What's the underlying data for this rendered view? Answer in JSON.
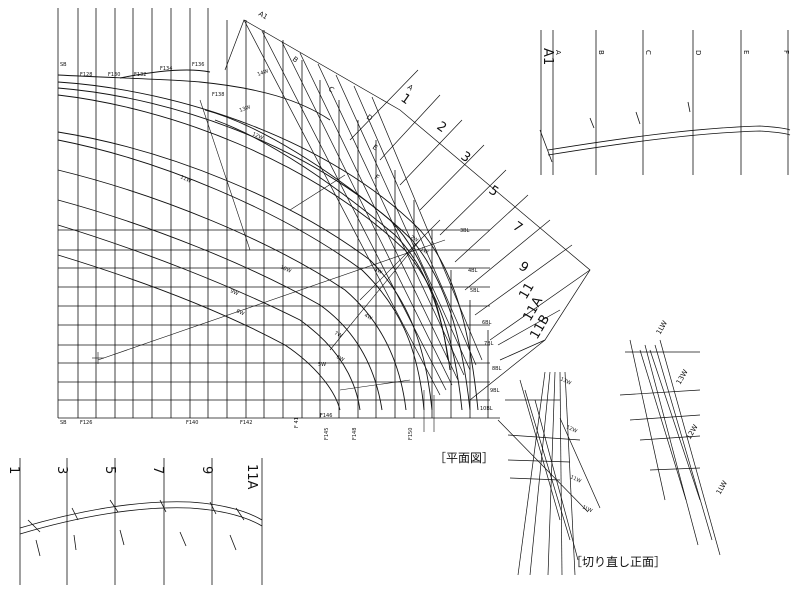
{
  "captions": {
    "plan": "［平面図］",
    "section": "［切り直し正面］"
  },
  "plan_view": {
    "frame_labels_bottom": [
      "SB",
      "F126",
      "F140",
      "F142",
      "F146",
      "F 41",
      "F145",
      "F148",
      "F150"
    ],
    "frame_labels_top": [
      "SB",
      "F128",
      "F130",
      "F132",
      "F134",
      "F136",
      "F138"
    ],
    "waterline_labels": [
      "14W",
      "13W",
      "12W",
      "11W",
      "10W",
      "9W",
      "8W",
      "7W",
      "6W",
      "5W",
      "4W",
      "3W",
      "2W",
      "1W"
    ],
    "buttock_labels": [
      "3BL",
      "4BL",
      "5BL",
      "6BL",
      "7BL",
      "8BL",
      "9BL",
      "10BL"
    ],
    "rotated_station_labels": [
      "A1",
      "A",
      "B",
      "C",
      "D",
      "E",
      "F",
      "1",
      "2",
      "3",
      "5",
      "7",
      "9",
      "11",
      "11A",
      "11B"
    ]
  },
  "top_right_view": {
    "labels": [
      "A1",
      "A",
      "B",
      "C",
      "D",
      "E",
      "F"
    ]
  },
  "bottom_left_view": {
    "labels": [
      "1",
      "3",
      "5",
      "7",
      "9",
      "11A"
    ]
  },
  "section_view": {
    "labels": [
      "13W",
      "12W",
      "11W",
      "1LW",
      "1LW",
      "1LW",
      "12W",
      "13W"
    ]
  }
}
